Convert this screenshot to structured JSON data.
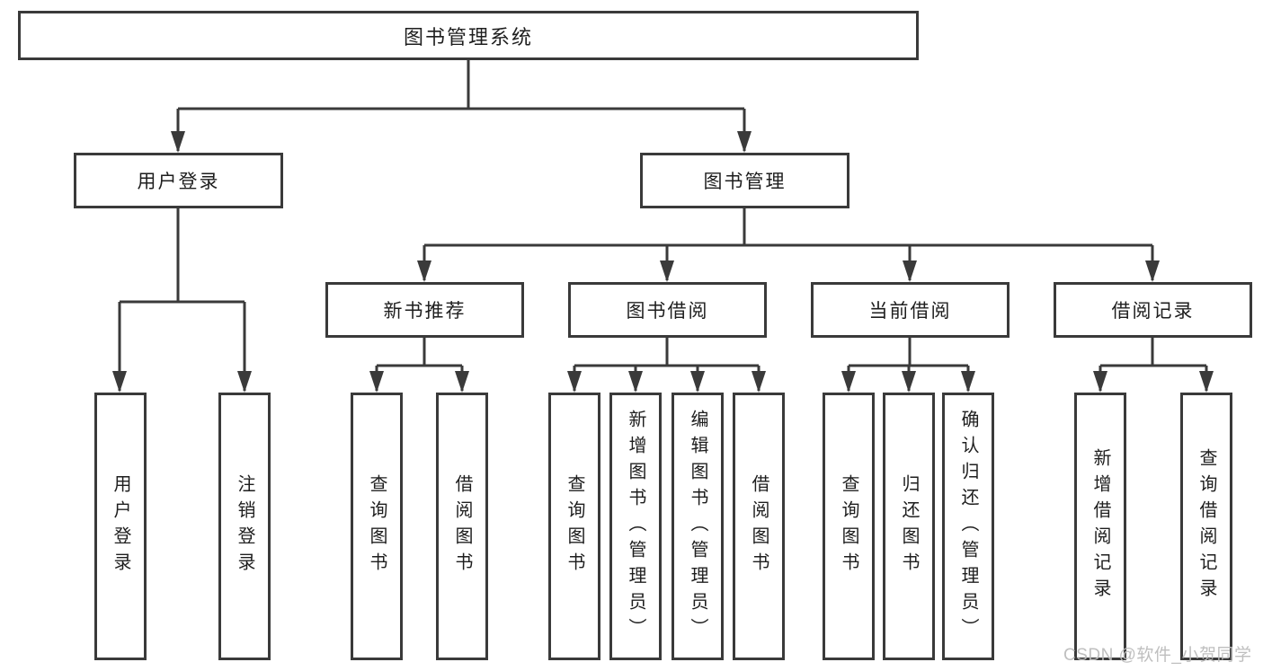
{
  "diagram": {
    "title": "图书管理系统",
    "nodes": {
      "root": "图书管理系统",
      "user_login": "用户登录",
      "book_mgmt": "图书管理",
      "new_book_rec": "新书推荐",
      "book_borrow": "图书借阅",
      "current_borrow": "当前借阅",
      "borrow_records": "借阅记录",
      "leaves": {
        "user_login": [
          "用户登录",
          "注销登录"
        ],
        "new_book_rec": [
          "查询图书",
          "借阅图书"
        ],
        "book_borrow": [
          "查询图书",
          "新增图书（管理员）",
          "编辑图书（管理员）",
          "借阅图书"
        ],
        "current_borrow": [
          "查询图书",
          "归还图书",
          "确认归还（管理员）"
        ],
        "borrow_records": [
          "新增借阅记录",
          "查询借阅记录"
        ]
      }
    }
  },
  "watermark": {
    "text": "CSDN @软件_小贺同学"
  },
  "colors": {
    "line": "#3a3a3a",
    "text": "#1e1e1e",
    "background": "#ffffff",
    "watermark": "#bcbcbc"
  }
}
